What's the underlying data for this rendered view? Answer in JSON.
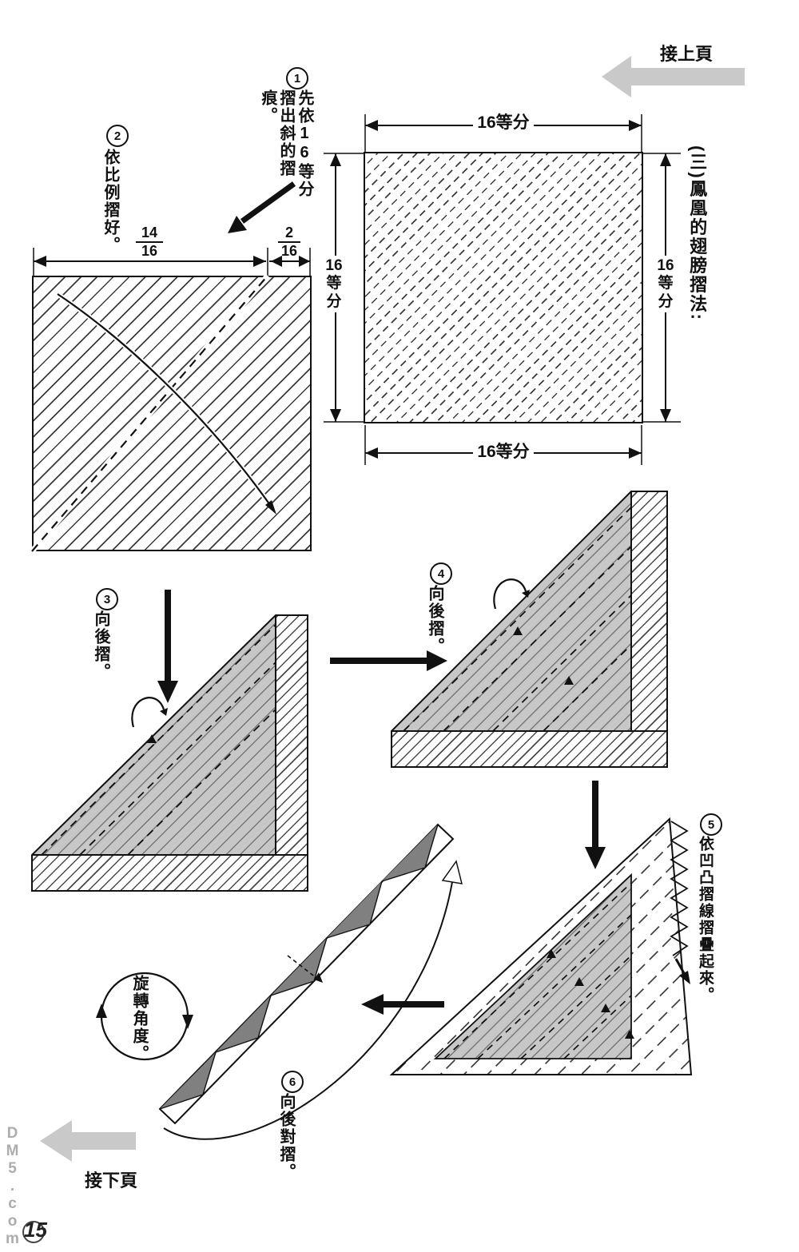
{
  "page": {
    "number": "15",
    "watermark": "DM5.com"
  },
  "nav": {
    "prev": "接上頁",
    "next": "接下頁"
  },
  "title": "(三)鳳凰的翅膀摺法:",
  "steps": {
    "s1": {
      "num": "1",
      "text": "先依16等分摺出斜的摺痕。"
    },
    "s2": {
      "num": "2",
      "text": "依比例摺好。"
    },
    "s3": {
      "num": "3",
      "text": "向後摺。"
    },
    "s4": {
      "num": "4",
      "text": "向後摺。"
    },
    "s5": {
      "num": "5",
      "text": "依凹凸摺線摺疊起來。"
    },
    "s6": {
      "num": "6",
      "text": "向後對摺。"
    }
  },
  "labels": {
    "rotate": "旋轉角度。"
  },
  "dimensions": {
    "top": "16等分",
    "bottom": "16等分",
    "left": "16等分",
    "right": "16等分",
    "frac_left": {
      "num": "14",
      "den": "16"
    },
    "frac_right": {
      "num": "2",
      "den": "16"
    }
  },
  "colors": {
    "arrow_gray": "#c9c9c9",
    "fold_gray": "#c7c7c7",
    "ink": "#111111"
  }
}
